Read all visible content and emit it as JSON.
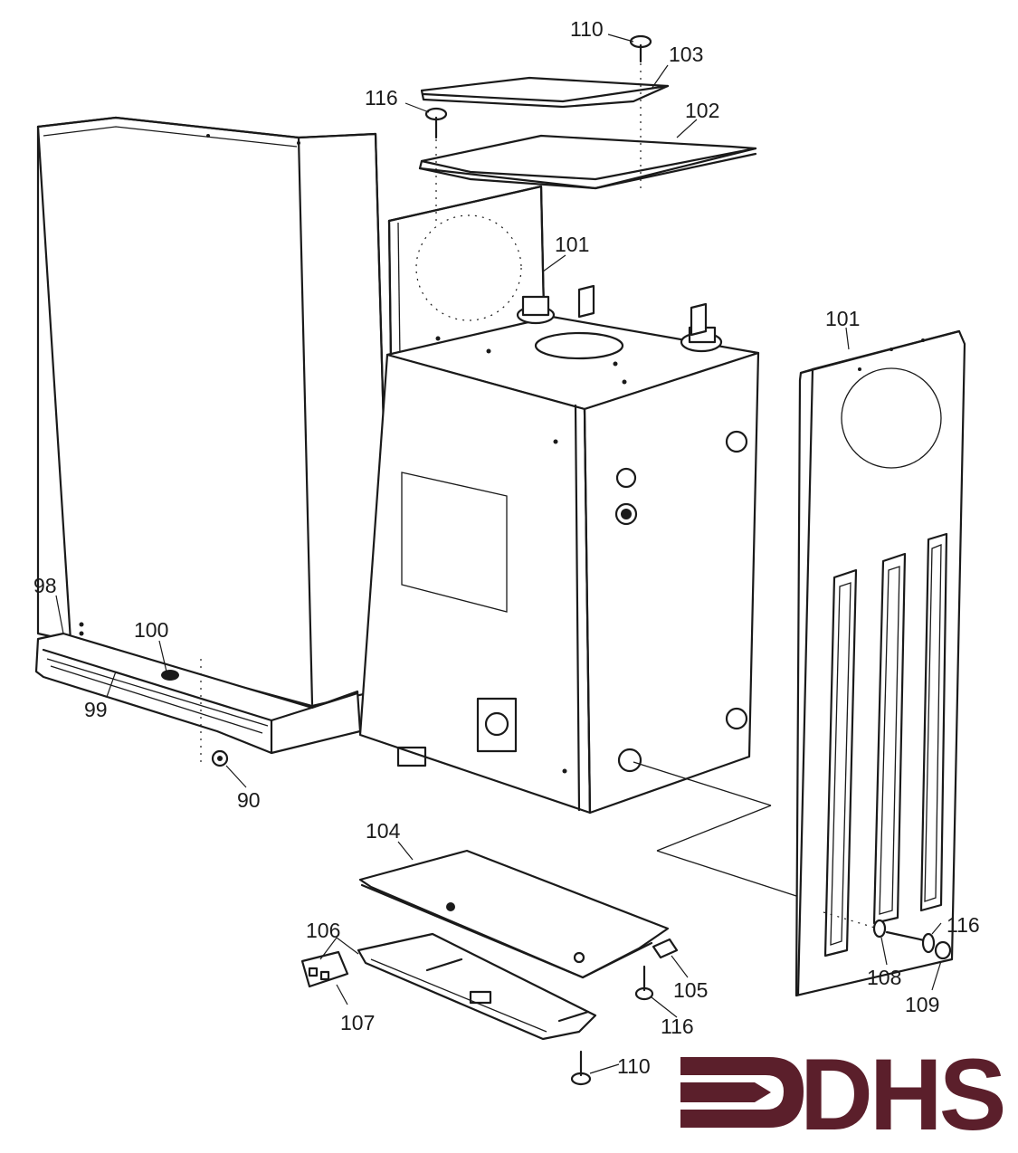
{
  "callouts": {
    "c110_top": "110",
    "c103": "103",
    "c116_top": "116",
    "c102": "102",
    "c101_back": "101",
    "c101_side": "101",
    "c98": "98",
    "c100": "100",
    "c99": "99",
    "c90": "90",
    "c104": "104",
    "c106": "106",
    "c107": "107",
    "c105": "105",
    "c116_bottom": "116",
    "c110_bottom": "110",
    "c116_right": "116",
    "c108": "108",
    "c109": "109"
  },
  "logo": {
    "text": "DHS",
    "color": "#5b1f2b"
  }
}
